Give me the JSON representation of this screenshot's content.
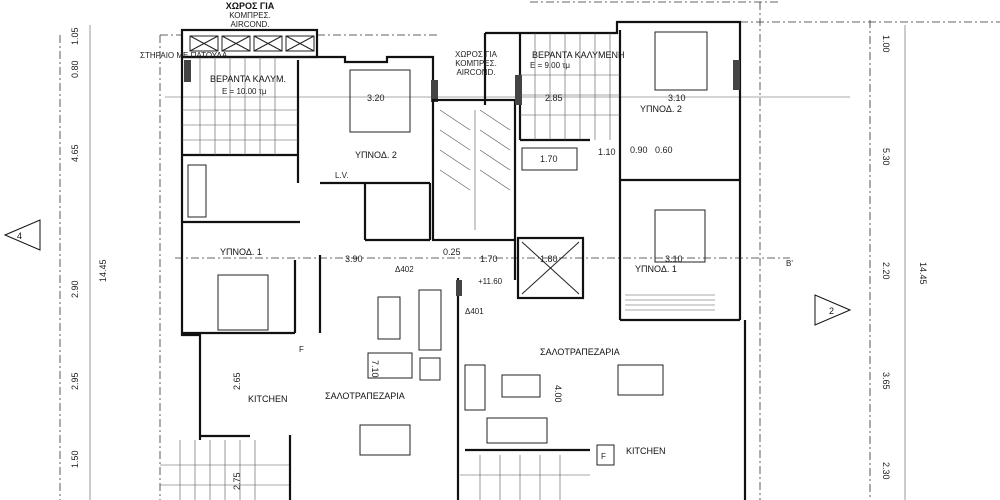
{
  "plan": {
    "top_note": [
      "ΧΩΡΟΣ ΓΙΑ",
      "ΚΟΜΠΡΕΣ.",
      "AIRCOND."
    ],
    "left_support_note": "ΣΤΗΡΑΙΟ ΜΕ ΠΑΤΟΥΔΑ",
    "rooms": {
      "veranda_left": "ΒΕΡΑΝΤΑ ΚΑΛΥΜ.",
      "veranda_left_area": "E = 10.00 τμ",
      "veranda_right": "ΒΕΡΑΝΤΑ ΚΑΛΥΜΕΝΗ",
      "veranda_right_area": "E = 9.00 τμ",
      "bedroom2_left": "ΥΠΝΟΔ. 2",
      "bedroom1_left": "ΥΠΝΟΔ. 1",
      "bedroom2_right": "ΥΠΝΟΔ. 2",
      "bedroom1_right": "ΥΠΝΟΔ. 1",
      "living_left": "ΣΑΛΟΤΡΑΠΕΖΑΡΙΑ",
      "living_right": "ΣΑΛΟΤΡΑΠΕΖΑΡΙΑ",
      "kitchen_left": "KITCHEN",
      "kitchen_right": "KITCHEN",
      "compressor_right": [
        "ΧΩΡΟΣ ΓΙΑ",
        "ΚΟΜΠΡΕΣ.",
        "AIRCOND."
      ]
    },
    "annotations": {
      "d402": "Δ402",
      "d401": "Δ401",
      "level": "+11.60",
      "lv": "L.V.",
      "section_b": "B'",
      "fridge": "F"
    },
    "section_markers": {
      "left": "4",
      "right": "2"
    },
    "dims_left": [
      "1.05",
      "0.80",
      "4.65",
      "2.90",
      "2.95",
      "1.50"
    ],
    "dims_right": [
      "1.00",
      "5.30",
      "2.20",
      "3.65",
      "2.30"
    ],
    "overall": "14.45",
    "inner_dims": [
      "3.20",
      "3.90",
      "1.70",
      "2.85",
      "3.10",
      "1.70",
      "1.80",
      "2.65",
      "4.00",
      "0.25",
      "1.10",
      "0.60",
      "0.90",
      "3.10",
      "7.10",
      "2.75"
    ]
  }
}
